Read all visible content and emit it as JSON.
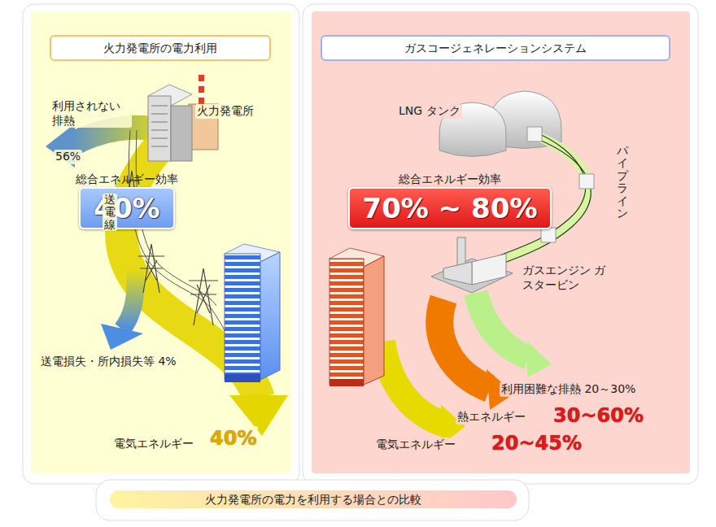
{
  "diagram": {
    "caption": "火力発電所の電力を利用する場合との比較",
    "nodes": [
      {
        "text": [
          "火力発電所の電力利用"
        ]
      },
      {
        "text": [
          "総合エネルギー効率",
          "40%"
        ],
        "in": 0
      },
      {
        "text": [
          "ガスコージェネレーションシステム"
        ]
      },
      {
        "text": [
          "総合エネルギー効率",
          "70% ~ 80%"
        ],
        "in": 2
      }
    ],
    "labels": [
      "利用されない 排熱",
      "56%",
      "火力発電所",
      "送電線",
      "送電損失・所内損失等 4%",
      "電気エネルギー",
      "40%",
      "LNG タンク",
      "パイプライン",
      "ガスエンジン ガスタービン",
      "利用困難な排熱 20～30%",
      "熱エネルギー",
      "30~60%",
      "電気エネルギー",
      "20~45%"
    ]
  }
}
